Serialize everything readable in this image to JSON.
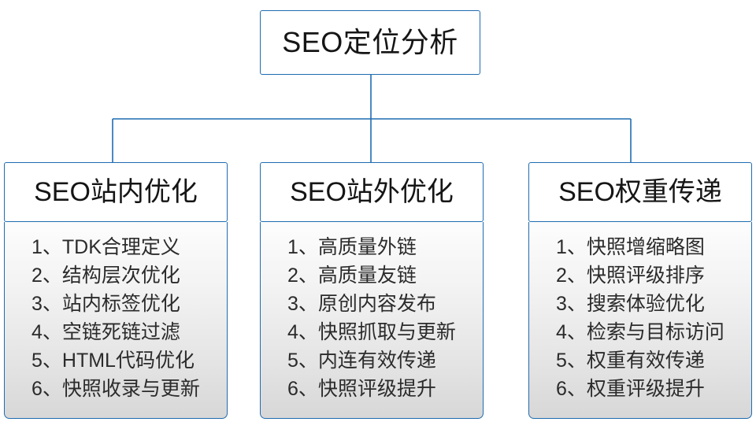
{
  "diagram": {
    "title_node": {
      "label": "SEO定位分析"
    },
    "accent_color": "#1f6cb0",
    "text_color": "#151515",
    "body_bg_top": "#fdfdfd",
    "body_bg_bottom": "#d7d7d7",
    "columns": [
      {
        "header": "SEO站内优化",
        "items": [
          "1、TDK合理定义",
          "2、结构层次优化",
          "3、站内标签优化",
          "4、空链死链过滤",
          "5、HTML代码优化",
          "6、快照收录与更新"
        ]
      },
      {
        "header": "SEO站外优化",
        "items": [
          "1、高质量外链",
          "2、高质量友链",
          "3、原创内容发布",
          "4、快照抓取与更新",
          "5、内连有效传递",
          "6、快照评级提升"
        ]
      },
      {
        "header": "SEO权重传递",
        "items": [
          "1、快照增缩略图",
          "2、快照评级排序",
          "3、搜索体验优化",
          "4、检索与目标访问",
          "5、权重有效传递",
          "6、权重评级提升"
        ]
      }
    ]
  }
}
